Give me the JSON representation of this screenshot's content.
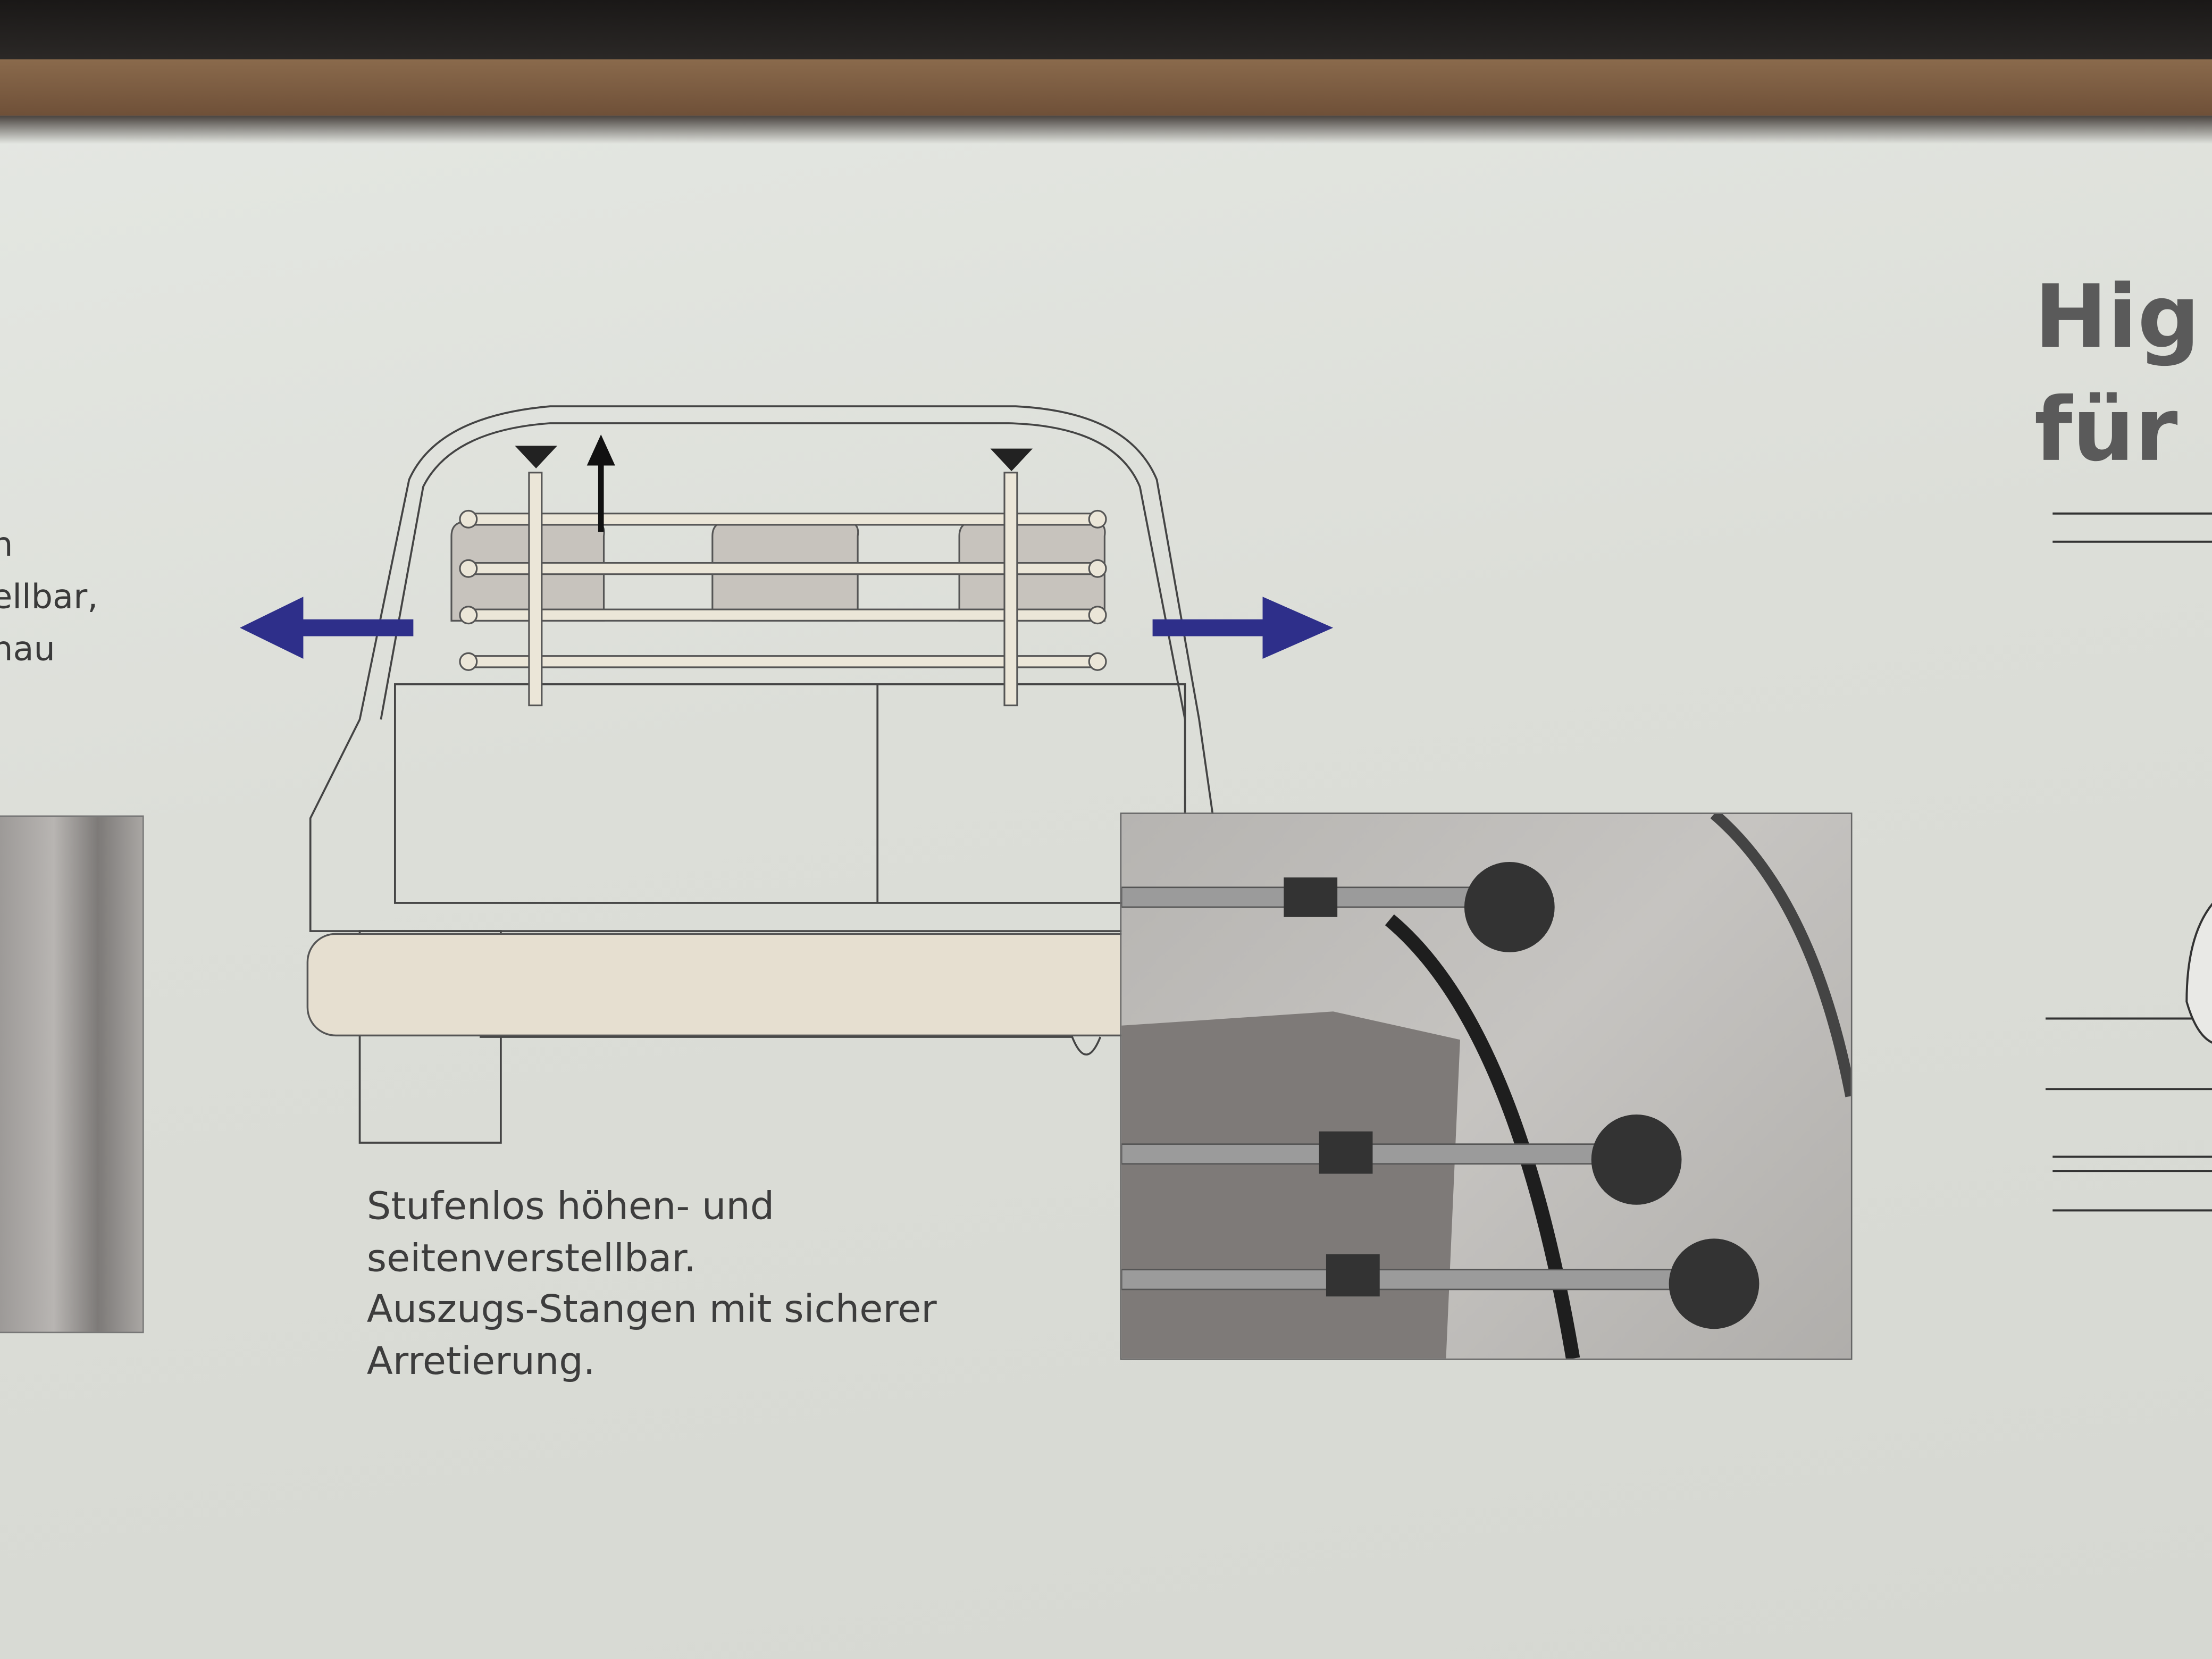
{
  "left_text": {
    "lines": [
      "n",
      "ellbar,",
      "nau"
    ]
  },
  "headline": {
    "lines": [
      "Hig",
      "für I"
    ]
  },
  "caption": {
    "lines": [
      "Stufenlos höhen- und",
      "seitenverstellbar.",
      "Auszugs-Stangen mit sicherer",
      "Arretierung."
    ]
  },
  "colors": {
    "arrow": "#2e2f8a",
    "box": "#dfe1dc",
    "text": "#3d3d3d"
  }
}
